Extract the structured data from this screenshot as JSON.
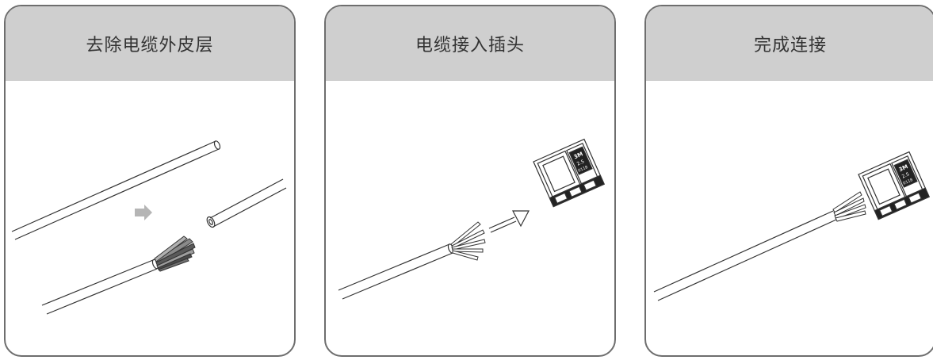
{
  "steps": [
    {
      "title": "去除电缆外皮层"
    },
    {
      "title": "电缆接入插头"
    },
    {
      "title": "完成连接"
    }
  ],
  "plug_label": [
    "3M",
    "2.5",
    "0118"
  ],
  "colors": {
    "header_bg": "#cfcfcf",
    "border": "#6e6e6e",
    "line": "#333333",
    "arrow": "#b5b5b5"
  }
}
